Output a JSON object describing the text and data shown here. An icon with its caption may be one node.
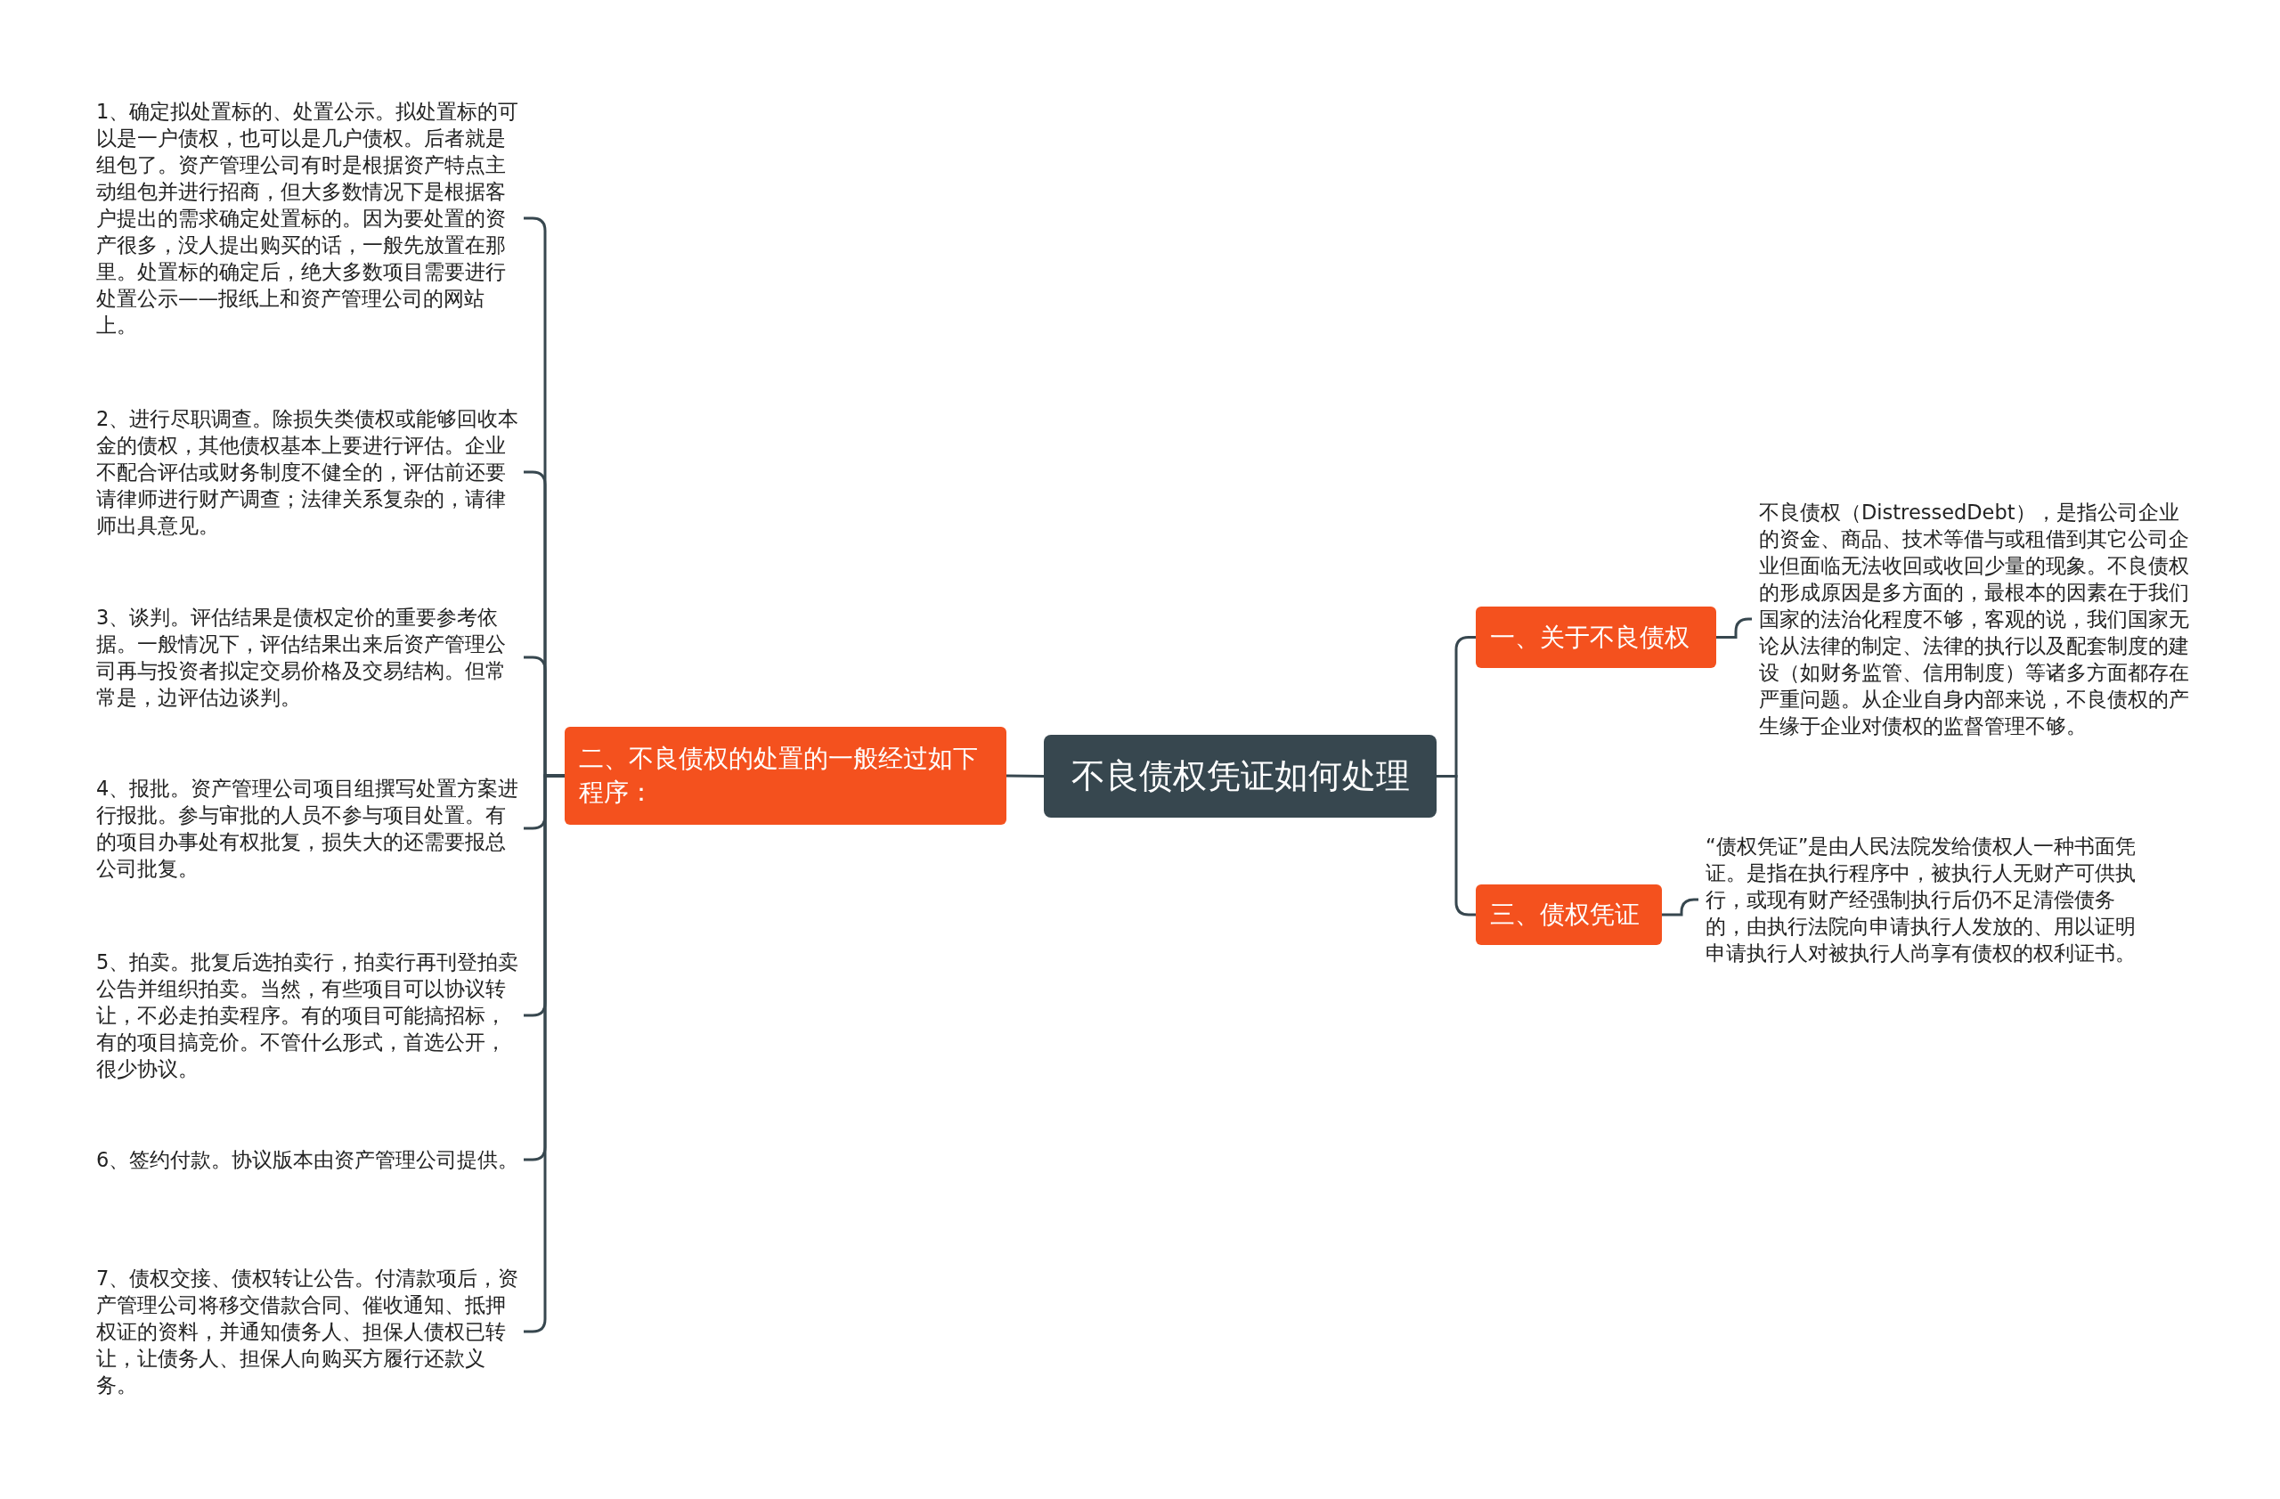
{
  "diagram": {
    "nodes": [
      {
        "text": [
          "不良债权凭证如何处理"
        ]
      },
      {
        "text": [
          "一、关于不良债权"
        ]
      },
      {
        "text": [
          "不良债权（DistressedDebt），是指公司企业的资金、商品、技术等借与或租借到其它公司企业但面临无法收回或收回少量的现象。不良债权的形成原因是多方面的，最根本的因素在于我们国家的法治化程度不够，客观的说，我们国家无论从法律的制定、法律的执行以及配套制度的建设（如财务监管、信用制度）等诸多方面都存在严重问题。从企业自身内部来说，不良债权的产生缘于企业对债权的监督管理不够。"
        ]
      },
      {
        "text": [
          "二、不良债权的处置的一般经过如下程序："
        ]
      },
      {
        "text": [
          "1、确定拟处置标的、处置公示。拟处置标的可以是一户债权，也可以是几户债权。后者就是组包了。资产管理公司有时是根据资产特点主动组包并进行招商，但大多数情况下是根据客户提出的需求确定处置标的。因为要处置的资产很多，没人提出购买的话，一般先放置在那里。处置标的确定后，绝大多数项目需要进行处置公示——报纸上和资产管理公司的网站上。"
        ]
      },
      {
        "text": [
          "2、进行尽职调查。除损失类债权或能够回收本金的债权，其他债权基本上要进行评估。企业不配合评估或财务制度不健全的，评估前还要请律师进行财产调查；法律关系复杂的，请律师出具意见。"
        ]
      },
      {
        "text": [
          "3、谈判。评估结果是债权定价的重要参考依据。一般情况下，评估结果出来后资产管理公司再与投资者拟定交易价格及交易结构。但常常是，边评估边谈判。"
        ]
      },
      {
        "text": [
          "4、报批。资产管理公司项目组撰写处置方案进行报批。参与审批的人员不参与项目处置。有的项目办事处有权批复，损失大的还需要报总公司批复。"
        ]
      },
      {
        "text": [
          "5、拍卖。批复后选拍卖行，拍卖行再刊登拍卖公告并组织拍卖。当然，有些项目可以协议转让，不必走拍卖程序。有的项目可能搞招标，有的项目搞竞价。不管什么形式，首选公开，很少协议。"
        ]
      },
      {
        "text": [
          "6、签约付款。协议版本由资产管理公司提供。"
        ]
      },
      {
        "text": [
          "7、债权交接、债权转让公告。付清款项后，资产管理公司将移交借款合同、催收通知、抵押权证的资料，并通知债务人、担保人债权已转让，让债务人、担保人向购买方履行还款义务。"
        ]
      },
      {
        "text": [
          "三、债权凭证"
        ]
      },
      {
        "text": [
          "“债权凭证”是由人民法院发给债权人一种书面凭证。是指在执行程序中，被执行人无财产可供执行，或现有财产经强制执行后仍不足清偿债务的，由执行法院向申请执行人发放的、用以证明申请执行人对被执行人尚享有债权的权利证书。"
        ]
      }
    ],
    "edges": [
      {
        "from": 0,
        "to": 1,
        "arrow": "none"
      },
      {
        "from": 1,
        "to": 2,
        "arrow": "none"
      },
      {
        "from": 0,
        "to": 3,
        "arrow": "none"
      },
      {
        "from": 3,
        "to": 4,
        "arrow": "none"
      },
      {
        "from": 3,
        "to": 5,
        "arrow": "none"
      },
      {
        "from": 3,
        "to": 6,
        "arrow": "none"
      },
      {
        "from": 3,
        "to": 7,
        "arrow": "none"
      },
      {
        "from": 3,
        "to": 8,
        "arrow": "none"
      },
      {
        "from": 3,
        "to": 9,
        "arrow": "none"
      },
      {
        "from": 3,
        "to": 10,
        "arrow": "none"
      },
      {
        "from": 0,
        "to": 11,
        "arrow": "none"
      },
      {
        "from": 11,
        "to": 12,
        "arrow": "none"
      }
    ]
  }
}
